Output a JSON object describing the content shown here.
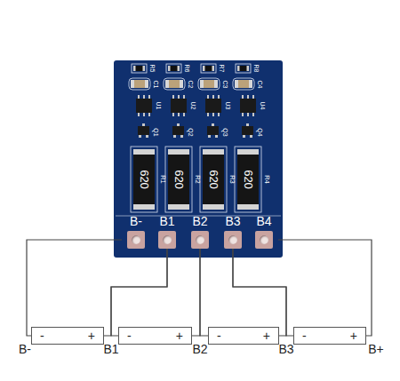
{
  "diagram": {
    "nodes": [
      {
        "text": [
          "B-"
        ]
      },
      {
        "text": [
          "B1"
        ]
      },
      {
        "text": [
          "B2"
        ]
      },
      {
        "text": [
          "B3"
        ]
      },
      {
        "text": [
          "B4"
        ]
      },
      {
        "text": [
          "-",
          "+"
        ]
      },
      {
        "text": [
          "-",
          "+"
        ]
      },
      {
        "text": [
          "-",
          "+"
        ]
      },
      {
        "text": [
          "-",
          "+"
        ]
      }
    ],
    "edges": [
      {
        "from": 0,
        "to": 5,
        "arrow": "none"
      },
      {
        "from": 1,
        "to": 5,
        "arrow": "none"
      },
      {
        "from": 1,
        "to": 6,
        "arrow": "none"
      },
      {
        "from": 2,
        "to": 6,
        "arrow": "none"
      },
      {
        "from": 2,
        "to": 7,
        "arrow": "none"
      },
      {
        "from": 3,
        "to": 7,
        "arrow": "none"
      },
      {
        "from": 3,
        "to": 8,
        "arrow": "none"
      },
      {
        "from": 4,
        "to": 8,
        "arrow": "none"
      }
    ],
    "labels": [
      "R5",
      "C1",
      "R6",
      "C2",
      "R7",
      "C3",
      "R8",
      "C4",
      "U1",
      "U2",
      "U3",
      "U4",
      "Q1",
      "Q2",
      "Q3",
      "Q4",
      "R1",
      "620",
      "R2",
      "620",
      "R3",
      "620",
      "R4",
      "620",
      "B-",
      "B1",
      "B2",
      "B3",
      "B+"
    ]
  }
}
